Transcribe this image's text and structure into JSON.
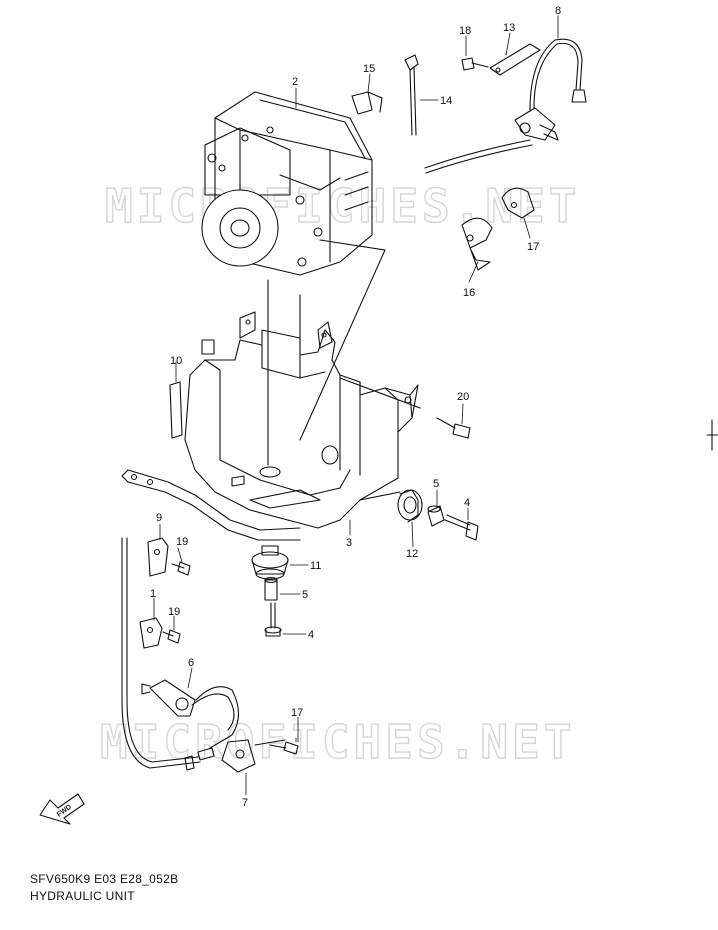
{
  "watermark": "MICROFICHES.NET",
  "part_labels": [
    "1",
    "2",
    "3",
    "4",
    "4",
    "5",
    "5",
    "6",
    "7",
    "8",
    "9",
    "10",
    "11",
    "12",
    "13",
    "14",
    "15",
    "16",
    "17",
    "17",
    "18",
    "19",
    "19",
    "20"
  ],
  "caption": {
    "code": "SFV650K9 E03 E28_052B",
    "title": "HYDRAULIC UNIT"
  },
  "direction_marker": "FWD",
  "colors": {
    "line": "#111111",
    "watermark": "#d6d6d6",
    "background": "#ffffff"
  }
}
